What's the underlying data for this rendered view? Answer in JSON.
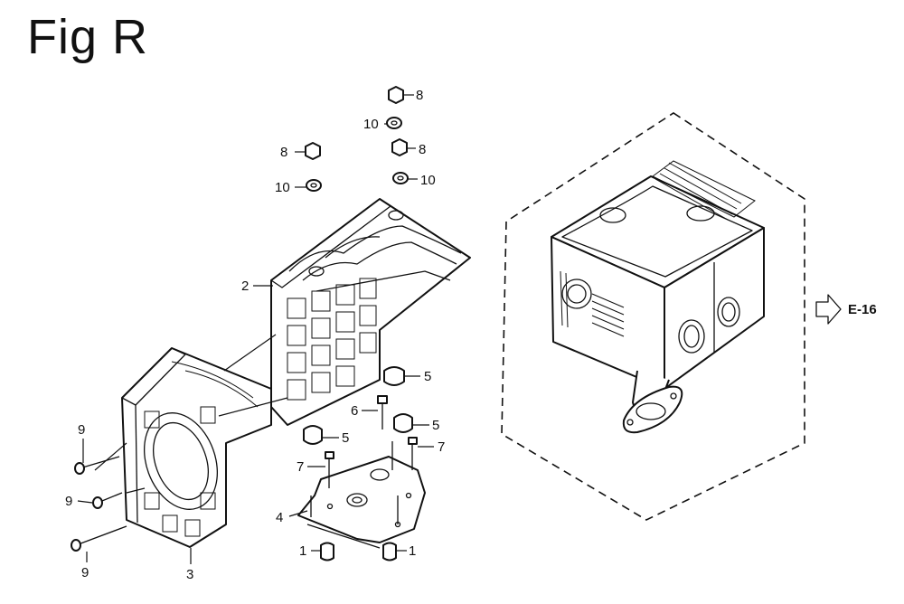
{
  "figure": {
    "title": "Fig R",
    "reference": "E-16"
  },
  "callouts": [
    {
      "id": "c8a",
      "number": "8"
    },
    {
      "id": "c10a",
      "number": "10"
    },
    {
      "id": "c8b",
      "number": "8"
    },
    {
      "id": "c8c",
      "number": "8"
    },
    {
      "id": "c10b",
      "number": "10"
    },
    {
      "id": "c10c",
      "number": "10"
    },
    {
      "id": "c2",
      "number": "2"
    },
    {
      "id": "c5a",
      "number": "5"
    },
    {
      "id": "c6",
      "number": "6"
    },
    {
      "id": "c5b",
      "number": "5"
    },
    {
      "id": "c5c",
      "number": "5"
    },
    {
      "id": "c7a",
      "number": "7"
    },
    {
      "id": "c7b",
      "number": "7"
    },
    {
      "id": "c9a",
      "number": "9"
    },
    {
      "id": "c9b",
      "number": "9"
    },
    {
      "id": "c9c",
      "number": "9"
    },
    {
      "id": "c3",
      "number": "3"
    },
    {
      "id": "c4",
      "number": "4"
    },
    {
      "id": "c1a",
      "number": "1"
    },
    {
      "id": "c1b",
      "number": "1"
    }
  ],
  "icons": {
    "reference_arrow": "arrow-right-outline-icon"
  }
}
